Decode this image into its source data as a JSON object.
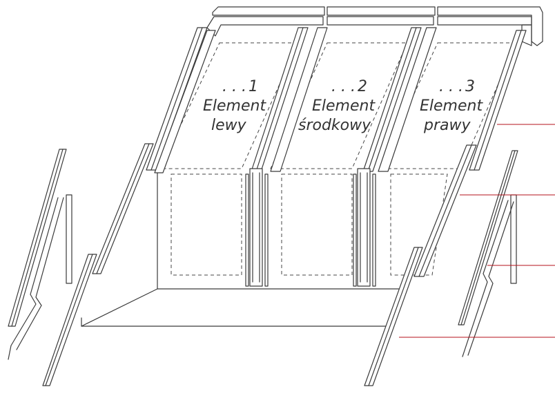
{
  "elements": [
    {
      "dots": ". . .",
      "number": "1",
      "word": "Element",
      "name": "lewy"
    },
    {
      "dots": ". . .",
      "number": "2",
      "word": "Element",
      "name": "środkowy"
    },
    {
      "dots": ". . .",
      "number": "3",
      "word": "Element",
      "name": "prawy"
    }
  ],
  "colors": {
    "line": "#3a3a3a",
    "leader": "#b5121b",
    "background": "#ffffff"
  }
}
